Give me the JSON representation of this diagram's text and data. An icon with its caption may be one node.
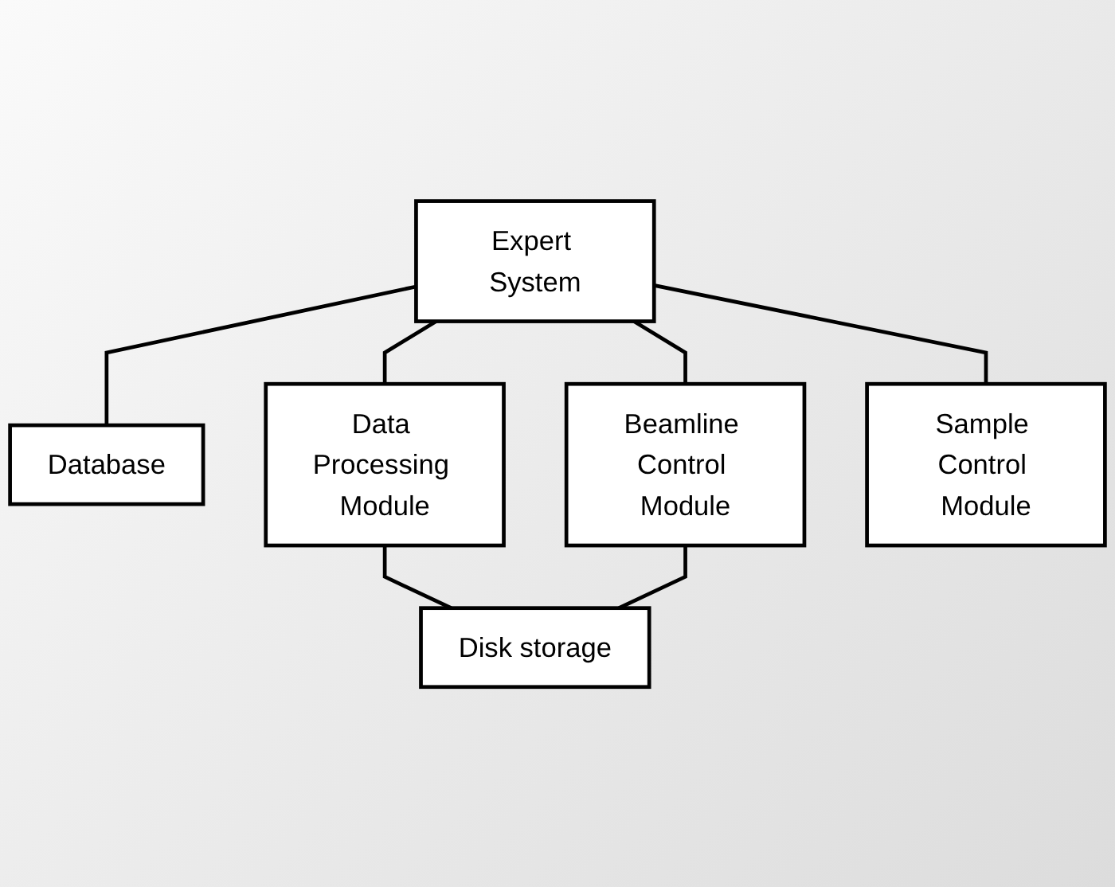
{
  "diagram": {
    "nodes": [
      {
        "text": [
          "Expert System"
        ]
      },
      {
        "text": [
          "Database"
        ]
      },
      {
        "text": [
          "Data Processing Module"
        ]
      },
      {
        "text": [
          "Beamline Control Module"
        ]
      },
      {
        "text": [
          "Sample Control Module"
        ]
      },
      {
        "text": [
          "Disk storage"
        ]
      }
    ],
    "edges": [
      {
        "from": 0,
        "to": 1,
        "arrow": "none"
      },
      {
        "from": 0,
        "to": 2,
        "arrow": "none"
      },
      {
        "from": 0,
        "to": 3,
        "arrow": "none"
      },
      {
        "from": 0,
        "to": 4,
        "arrow": "none"
      },
      {
        "from": 2,
        "to": 5,
        "arrow": "none"
      },
      {
        "from": 3,
        "to": 5,
        "arrow": "none"
      }
    ]
  }
}
